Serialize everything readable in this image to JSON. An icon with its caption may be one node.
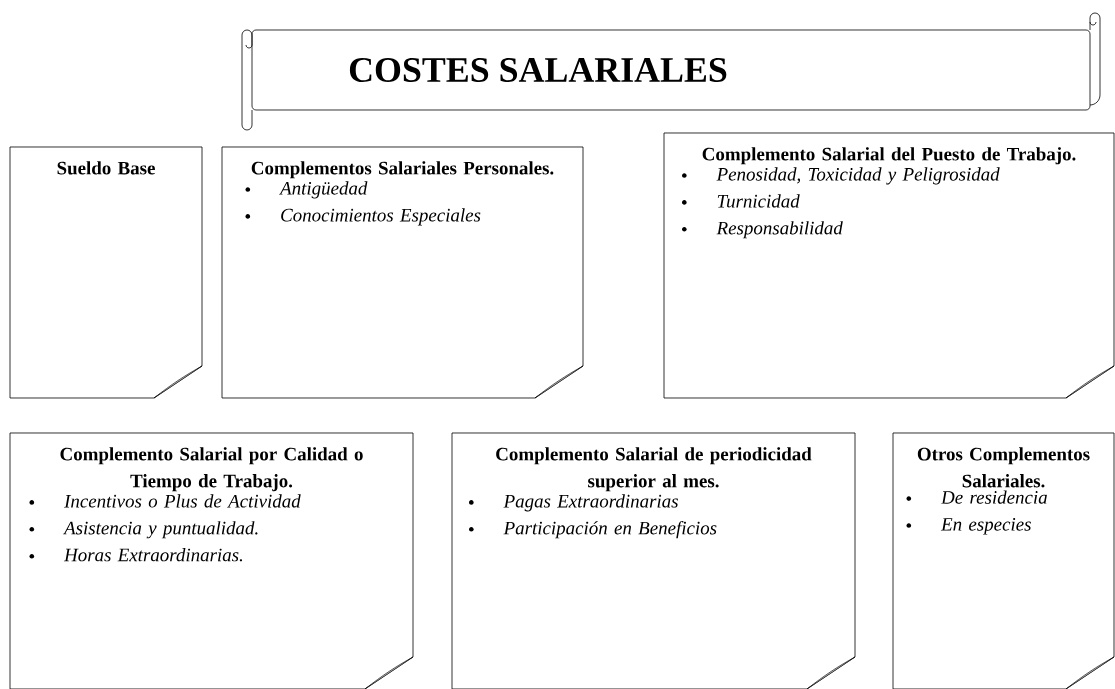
{
  "diagram": {
    "nodes": [
      {
        "text": [
          "COSTES SALARIALES"
        ]
      },
      {
        "text": [
          "Sueldo Base"
        ]
      },
      {
        "text": [
          "Complementos Salariales Personales.",
          "Antigüedad",
          "Conocimientos Especiales"
        ]
      },
      {
        "text": [
          "Complemento Salarial del Puesto de Trabajo.",
          "Penosidad, Toxicidad y Peligrosidad",
          "Turnicidad",
          "Responsabilidad"
        ]
      },
      {
        "text": [
          "Complemento Salarial por Calidad o Tiempo de Trabajo.",
          "Incentivos o Plus de Actividad",
          "Asistencia y puntualidad.",
          "Horas Extraordinarias."
        ]
      },
      {
        "text": [
          "Complemento Salarial de periodicidad superior al mes.",
          "Pagas Extraordinarias",
          "Participación en Beneficios"
        ]
      },
      {
        "text": [
          "Otros Complementos Salariales.",
          "De residencia",
          "En especies"
        ]
      }
    ]
  }
}
